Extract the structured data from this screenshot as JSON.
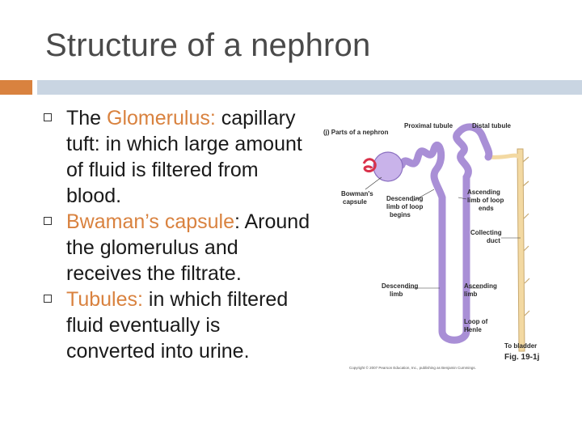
{
  "slide": {
    "title": "Structure of a nephron"
  },
  "bullets": [
    {
      "accent": "Glomerulus:",
      "before": "The ",
      "after": " capillary tuft: in which large amount of fluid is filtered from blood."
    },
    {
      "accent": "Bwaman’s capsule",
      "before": "",
      "after": ": Around the glomerulus and receives the filtrate."
    },
    {
      "accent": "Tubules:",
      "before": "",
      "after": " in which filtered fluid eventually is converted into urine."
    }
  ],
  "colors": {
    "accent": "#d9823f",
    "title": "#4a4a4a",
    "rule_bar": "#c9d5e2",
    "tubule": "#a98fd6",
    "collecting_duct": "#f3d9a2"
  },
  "figure": {
    "panel_label": "(j) Parts of a nephron",
    "labels": {
      "proximal_tubule": "Proximal tubule",
      "distal_tubule": "Distal tubule",
      "bowmans_capsule": "Bowman's capsule",
      "descending_limb_begins": "Descending limb of loop begins",
      "ascending_limb_ends": "Ascending limb of loop ends",
      "collecting_duct": "Collecting duct",
      "descending_limb": "Descending limb",
      "ascending_limb": "Ascending limb",
      "loop_of_henle": "Loop of Henle",
      "to_bladder": "To bladder",
      "fig_number": "Fig. 19-1j",
      "copyright": "Copyright © 2007 Pearson Education, Inc., publishing as Benjamin Cummings."
    }
  }
}
